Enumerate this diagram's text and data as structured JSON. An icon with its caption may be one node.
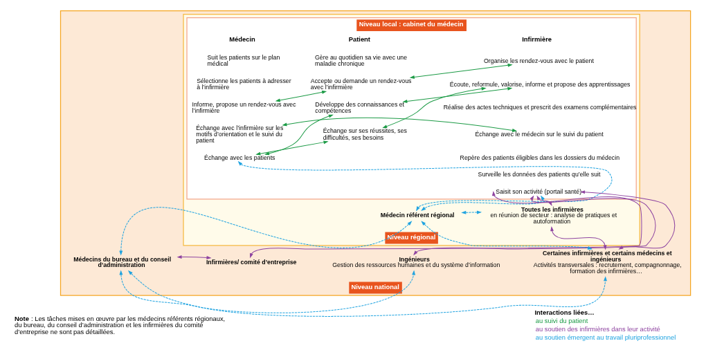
{
  "diagram": {
    "nodes": [
      {
        "text": [
          "Niveau national"
        ]
      },
      {
        "text": [
          "Niveau régional"
        ],
        "in": 0
      },
      {
        "text": [
          "Niveau local : cabinet du médecin"
        ],
        "in": 1
      },
      {
        "text": [
          "Suit les patients sur le plan médical"
        ],
        "in": 2
      },
      {
        "text": [
          "Sélectionne les patients à adresser à l’infirmière"
        ],
        "in": 2
      },
      {
        "text": [
          "Informe, propose un rendez-vous avec l’infirmière"
        ],
        "in": 2
      },
      {
        "text": [
          "Échange avec l’infirmière sur les motifs d’orientation et le suivi du patient"
        ],
        "in": 2
      },
      {
        "text": [
          "Échange avec les patients"
        ],
        "in": 2
      },
      {
        "text": [
          "Gère au quotidien sa vie avec une maladie chronique"
        ],
        "in": 2
      },
      {
        "text": [
          "Accepte ou demande un rendez-vous avec l’infirmière"
        ],
        "in": 2
      },
      {
        "text": [
          "Développe des connaissances et compétences"
        ],
        "in": 2
      },
      {
        "text": [
          "Échange sur ses réussites, ses difficultés, ses besoins"
        ],
        "in": 2
      },
      {
        "text": [
          "Organise les rendez-vous avec le patient"
        ],
        "in": 2
      },
      {
        "text": [
          "Écoute, reformule, valorise, informe et propose des apprentissages"
        ],
        "in": 2
      },
      {
        "text": [
          "Réalise des actes techniques et prescrit des examens complémentaires"
        ],
        "in": 2
      },
      {
        "text": [
          "Échange avec le médecin sur le suivi du patient"
        ],
        "in": 2
      },
      {
        "text": [
          "Repère des patients éligibles dans les dossiers du médecin"
        ],
        "in": 2
      },
      {
        "text": [
          "Surveille les données des patients qu’elle suit"
        ],
        "in": 2
      },
      {
        "text": [
          "Saisit son activité (portail santé)"
        ],
        "in": 2
      },
      {
        "text": [
          "Médecin référent régional"
        ],
        "in": 1
      },
      {
        "text": [
          "Toutes les infirmières",
          "en réunion de secteur : analyse de pratiques et autoformation"
        ],
        "in": 1
      },
      {
        "text": [
          "Médecins du bureau et du conseil d’administration"
        ],
        "in": 0
      },
      {
        "text": [
          "Infirmières/ comité d’entreprise"
        ],
        "in": 0
      },
      {
        "text": [
          "Ingénieurs",
          "Gestion des ressources humaines et du système d’information"
        ],
        "in": 0
      },
      {
        "text": [
          "Certaines infirmières et certains médecins et ingénieurs",
          "Activités transversales : recrutement, compagnonnage, formation des infirmières…"
        ],
        "in": 0
      }
    ],
    "edges": [
      {
        "from": 5,
        "to": 9,
        "arrow": "both",
        "color": "#1b9a45"
      },
      {
        "from": 9,
        "to": 12,
        "arrow": "both",
        "color": "#1b9a45"
      },
      {
        "from": 13,
        "to": 10,
        "arrow": "both",
        "color": "#1b9a45"
      },
      {
        "from": 13,
        "to": 11,
        "arrow": "both",
        "color": "#1b9a45"
      },
      {
        "from": 15,
        "to": 6,
        "arrow": "both",
        "color": "#1b9a45"
      },
      {
        "from": 7,
        "to": 10,
        "arrow": "both",
        "color": "#1b9a45"
      },
      {
        "from": 7,
        "to": 11,
        "arrow": "both",
        "color": "#1b9a45"
      },
      {
        "from": 18,
        "to": 22,
        "arrow": "both",
        "color": "#8e44a0"
      },
      {
        "from": 18,
        "to": 20,
        "arrow": "both",
        "color": "#8e44a0"
      },
      {
        "from": 20,
        "to": 24,
        "arrow": "both",
        "color": "#8e44a0"
      },
      {
        "from": 18,
        "to": 24,
        "arrow": "both",
        "color": "#8e44a0"
      },
      {
        "from": 18,
        "to": 23,
        "arrow": "both",
        "color": "#8e44a0"
      },
      {
        "from": 21,
        "to": 22,
        "arrow": "both",
        "color": "#8e44a0"
      },
      {
        "from": 7,
        "to": 19,
        "arrow": "both",
        "style": "dashed",
        "color": "#1fa3e0"
      },
      {
        "from": 19,
        "to": 21,
        "arrow": "both",
        "style": "dashed",
        "color": "#1fa3e0"
      },
      {
        "from": 19,
        "to": 20,
        "arrow": "both",
        "style": "dashed",
        "color": "#1fa3e0"
      },
      {
        "from": 18,
        "to": 19,
        "arrow": "both",
        "style": "dashed",
        "color": "#1fa3e0"
      },
      {
        "from": 19,
        "to": 24,
        "arrow": "both",
        "style": "dashed",
        "color": "#1fa3e0"
      },
      {
        "from": 21,
        "to": 23,
        "arrow": "both",
        "style": "dashed",
        "color": "#1fa3e0"
      },
      {
        "from": 21,
        "to": 24,
        "arrow": "both",
        "style": "dashed",
        "color": "#1fa3e0"
      }
    ],
    "labels": [
      "Médecin",
      "Patient",
      "Infirmière",
      "**Note** : Les tâches mises en œuvre par les médecins référents régionaux, du bureau, du conseil d’administration et les infirmières du comité d’entreprise ne sont pas détaillées.",
      "Interactions liées…"
    ],
    "legend": [
      {
        "text": "au suivi du patient"
      },
      {
        "text": "au soutien des infirmières dans leur activité"
      },
      {
        "text": "au soutien émergent au travail pluriprofessionnel"
      }
    ]
  }
}
